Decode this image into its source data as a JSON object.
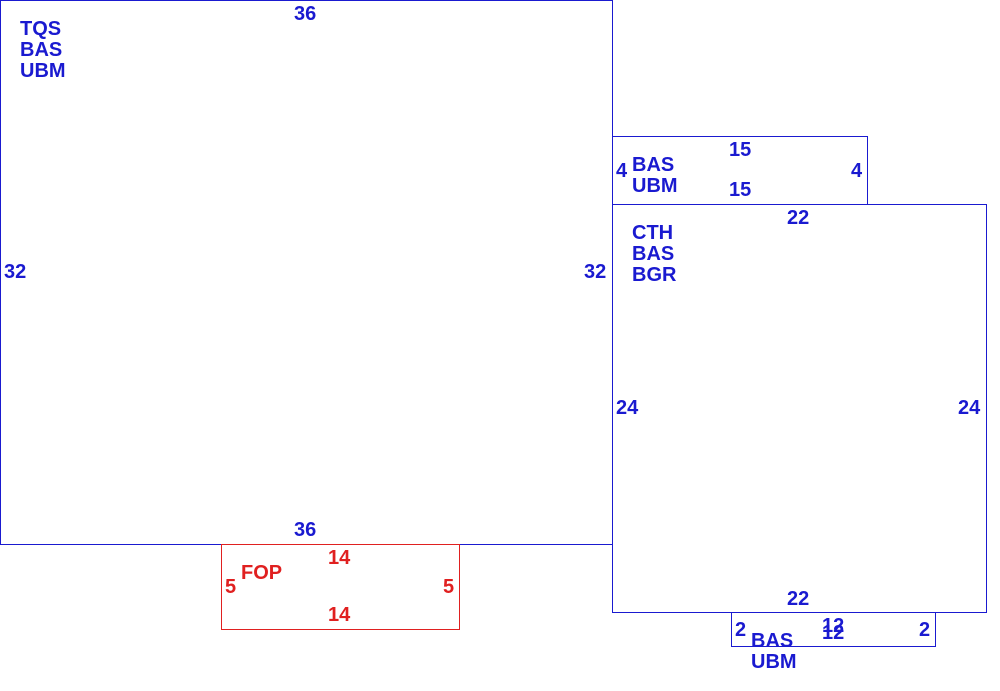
{
  "sketch": {
    "colors": {
      "structure": "#1a1ad0",
      "exterior": "#e02020"
    },
    "areas": [
      {
        "id": "main",
        "codes": [
          "TQS",
          "BAS",
          "UBM"
        ],
        "dims": {
          "top": "36",
          "bottom": "36",
          "left": "32",
          "right": "32"
        }
      },
      {
        "id": "bump",
        "codes": [
          "BAS",
          "UBM"
        ],
        "dims": {
          "top": "15",
          "bottom": "15",
          "left": "4",
          "right": "4"
        }
      },
      {
        "id": "wing",
        "codes": [
          "CTH",
          "BAS",
          "BGR"
        ],
        "dims": {
          "top": "22",
          "bottom": "22",
          "left": "24",
          "right": "24"
        }
      },
      {
        "id": "porch",
        "codes": [
          "FOP"
        ],
        "dims": {
          "top": "14",
          "bottom": "14",
          "left": "5",
          "right": "5"
        }
      },
      {
        "id": "small",
        "codes": [
          "BAS",
          "UBM"
        ],
        "dims": {
          "top": "12",
          "bottom": "12",
          "left": "2",
          "right": "2"
        }
      }
    ]
  }
}
